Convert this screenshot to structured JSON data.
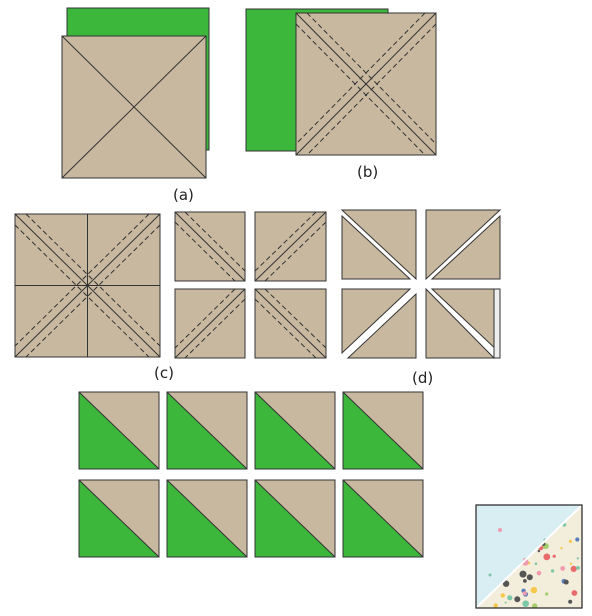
{
  "colors": {
    "tan": "#c8b89f",
    "green": "#3cb73c",
    "outline": "#333333",
    "background": "#ffffff",
    "sky": "#d8eef3",
    "fabric_cream": "#f3eddc"
  },
  "captions": {
    "a": "(a)",
    "b": "(b)",
    "c": "(c)",
    "d": "(d)"
  },
  "finished_units": {
    "rows": 2,
    "columns": 4
  }
}
